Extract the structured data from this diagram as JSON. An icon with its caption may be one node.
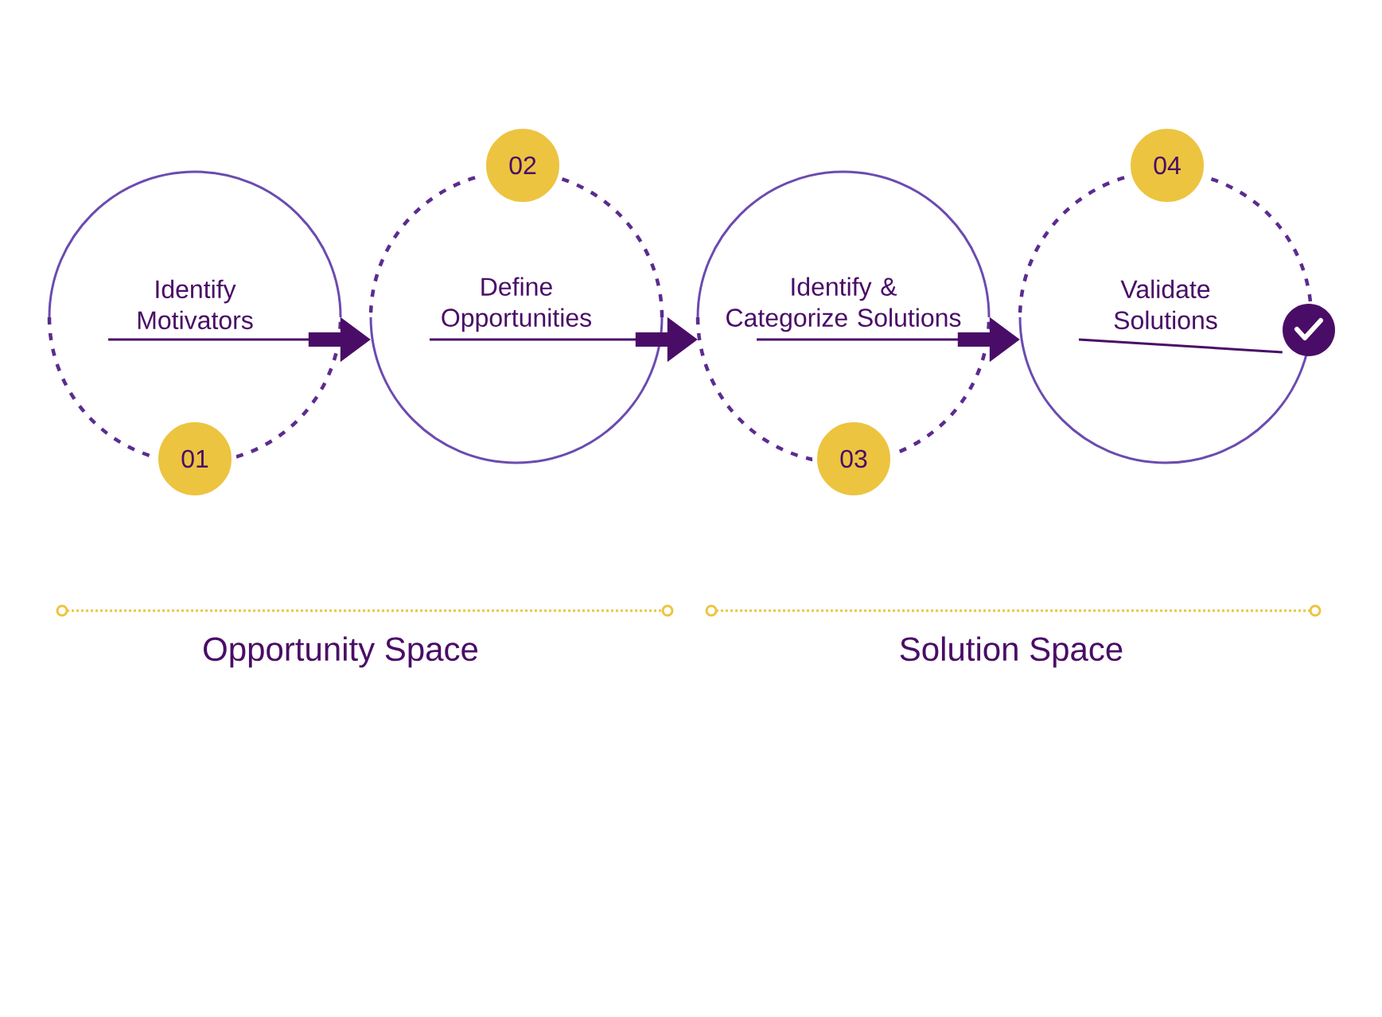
{
  "diagram": {
    "nodes": [
      {
        "text": [
          "Identify Motivators"
        ]
      },
      {
        "text": [
          "01"
        ]
      },
      {
        "text": [
          "Define Opportunities"
        ]
      },
      {
        "text": [
          "02"
        ]
      },
      {
        "text": [
          "Identify & Categorize Solutions"
        ]
      },
      {
        "text": [
          "03"
        ]
      },
      {
        "text": [
          "Validate Solutions"
        ]
      },
      {
        "text": [
          "04"
        ]
      },
      {
        "text": [],
        "shape": "circle"
      }
    ],
    "edges": [
      {
        "from": 0,
        "to": 2,
        "arrow": "to"
      },
      {
        "from": 2,
        "to": 4,
        "arrow": "to"
      },
      {
        "from": 4,
        "to": 6,
        "arrow": "to"
      },
      {
        "from": 6,
        "to": 8,
        "arrow": "none"
      }
    ],
    "labels": [
      "Opportunity Space",
      "Solution Space"
    ]
  }
}
